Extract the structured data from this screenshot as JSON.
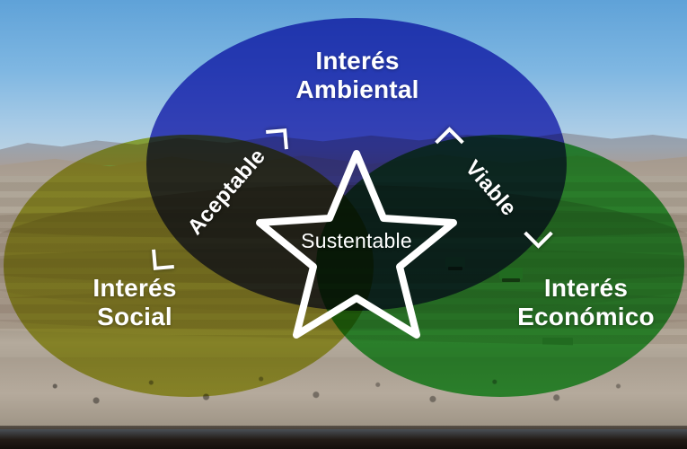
{
  "diagram": {
    "title": "Sustainability Venn Diagram",
    "background_scene": "open-pit mining landscape with blue sky, desert ridges and haul trucks",
    "circles": [
      {
        "id": "environmental",
        "label": "Interés\nAmbiental",
        "color": "#2e33c0"
      },
      {
        "id": "social",
        "label": "Interés\nSocial",
        "color": "#b3bb24"
      },
      {
        "id": "economic",
        "label": "Interés\nEconómico",
        "color": "#21b52b"
      }
    ],
    "intersections": [
      {
        "id": "acceptable",
        "label": "Aceptable",
        "between": "social + environmental"
      },
      {
        "id": "viable",
        "label": "Viable",
        "between": "environmental + economic"
      }
    ],
    "center": {
      "label": "Sustentable",
      "shape": "star",
      "outline_color": "#ffffff"
    },
    "arrows": [
      {
        "id": "acceptable-bottom",
        "direction": "down-left"
      },
      {
        "id": "acceptable-top",
        "direction": "up-right"
      },
      {
        "id": "viable-top",
        "direction": "up-left"
      },
      {
        "id": "viable-bottom",
        "direction": "down-right"
      }
    ]
  }
}
